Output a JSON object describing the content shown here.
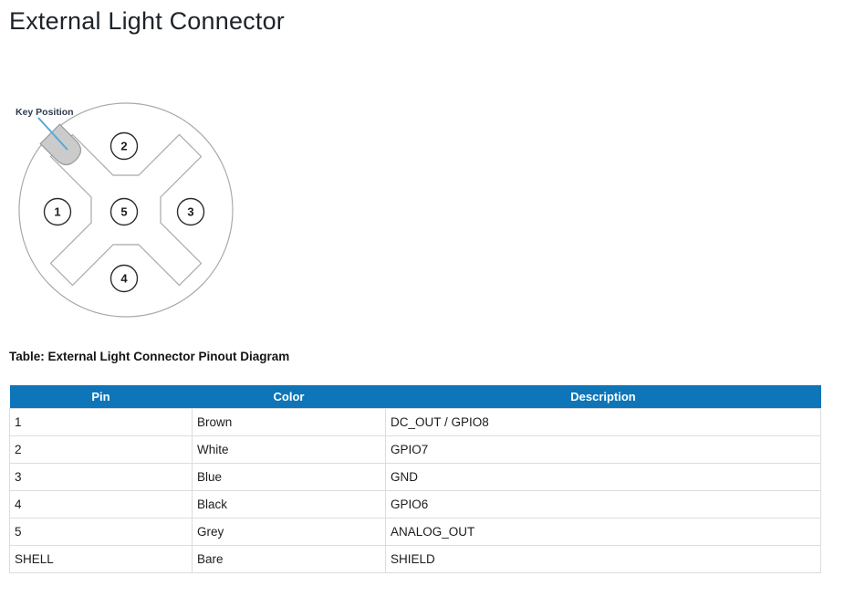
{
  "page": {
    "title": "External Light Connector"
  },
  "diagram": {
    "key_label": "Key Position",
    "pins": [
      "1",
      "2",
      "3",
      "4",
      "5"
    ]
  },
  "table": {
    "caption": "Table: External Light Connector Pinout Diagram",
    "columns": [
      "Pin",
      "Color",
      "Description"
    ],
    "rows": [
      [
        "1",
        "Brown",
        "DC_OUT / GPIO8"
      ],
      [
        "2",
        "White",
        "GPIO7"
      ],
      [
        "3",
        "Blue",
        "GND"
      ],
      [
        "4",
        "Black",
        "GPIO6"
      ],
      [
        "5",
        "Grey",
        "ANALOG_OUT"
      ],
      [
        "SHELL",
        "Bare",
        "SHIELD"
      ]
    ]
  },
  "colors": {
    "table_header_bg": "#0e76b8",
    "table_header_text": "#ffffff",
    "connector_outline": "#a8a8a8",
    "pin_outline": "#2d2d2d",
    "key_shape_fill": "#cbcbcb",
    "key_shape_border": "#9b9b9b",
    "key_pointer_line": "#55a8d9",
    "key_label_text": "#2e3b4c"
  }
}
